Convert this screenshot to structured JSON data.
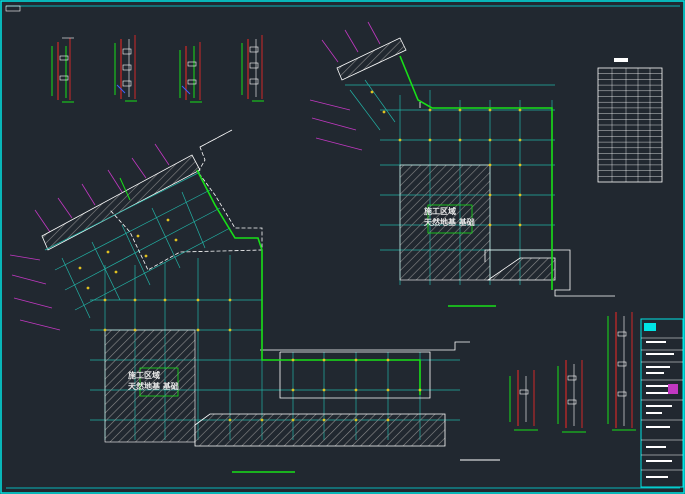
{
  "drawing": {
    "colors": {
      "background": "#212830",
      "frame": "#00e5e5",
      "grid": "#22b3a6",
      "pipe": "#18e018",
      "outline": "#ffffff",
      "axis": "#c238c2",
      "hatch": "#8c8c8c",
      "node": "#e0c020",
      "section_red": "#d02828",
      "section_blue": "#4060ff"
    },
    "zones": [
      {
        "id": "left",
        "label_line1": "施工区域",
        "label_line2": "天然地基 基础"
      },
      {
        "id": "right",
        "label_line1": "施工区域",
        "label_line2": "天然地基 基础"
      }
    ],
    "schedule_rows": 20,
    "icon": "cad-drawing-sheet"
  }
}
